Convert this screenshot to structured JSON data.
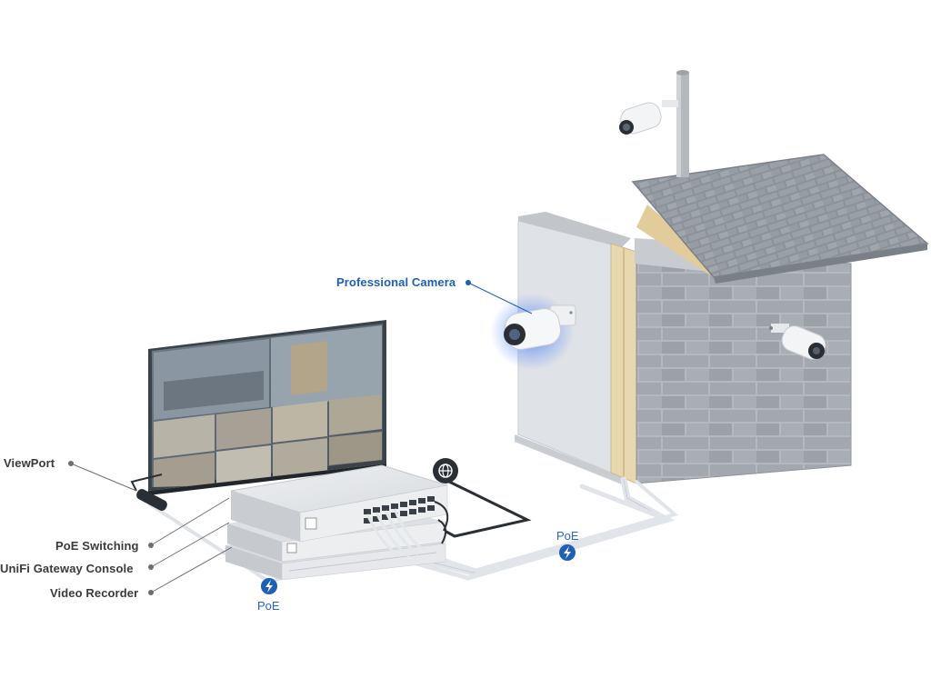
{
  "labels": {
    "professional_camera": "Professional Camera",
    "viewport": "ViewPort",
    "poe_switching": "PoE Switching",
    "gateway_console": "UniFi Gateway Console",
    "video_recorder": "Video Recorder"
  },
  "poe": {
    "left": "PoE",
    "right": "PoE"
  },
  "colors": {
    "accent": "#1f5fb8",
    "label_text": "#3a3a3a",
    "cable": "#dfe2e6",
    "brick": "#a6abb2",
    "wall": "#d6d9de",
    "roof": "#8f959c"
  },
  "icons": [
    "globe-icon",
    "bolt-icon",
    "camera-icon"
  ]
}
